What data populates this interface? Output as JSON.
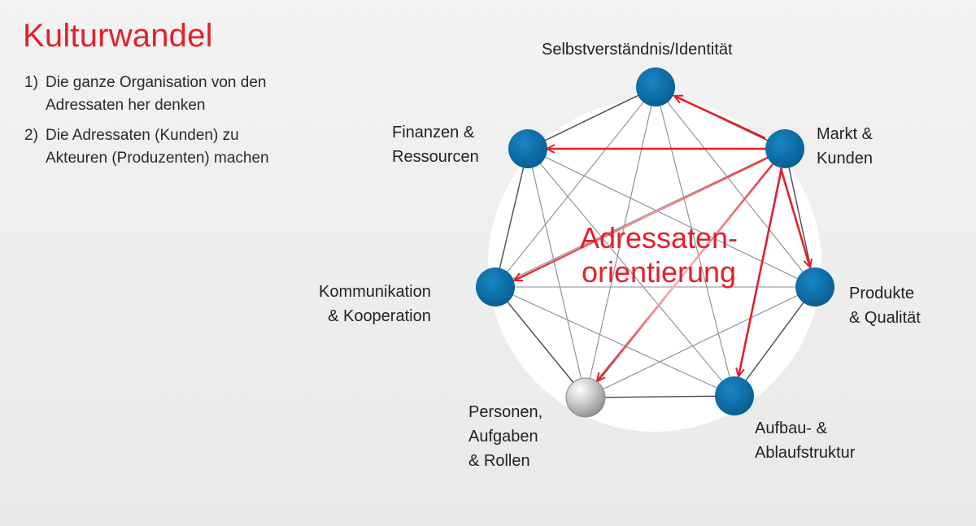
{
  "title": "Kulturwandel",
  "points": [
    {
      "num": "1)",
      "text": "Die ganze Organisation von den\nAdressaten her denken"
    },
    {
      "num": "2)",
      "text": "Die Adressaten (Kunden) zu\nAkteuren (Produzenten) machen"
    }
  ],
  "center_label": "Adressaten-\norientierung",
  "nodes": [
    {
      "id": "identitaet",
      "label": "Selbstverständnis/Identität"
    },
    {
      "id": "markt",
      "label": "Markt &\nKunden"
    },
    {
      "id": "produkte",
      "label": "Produkte\n& Qualität"
    },
    {
      "id": "aufbau",
      "label": "Aufbau- &\nAblaufstruktur"
    },
    {
      "id": "personen",
      "label": "Personen,\nAufgaben\n& Rollen"
    },
    {
      "id": "kommunikation",
      "label": "Kommunikation\n& Kooperation"
    },
    {
      "id": "finanzen",
      "label": "Finanzen &\nRessourcen"
    }
  ],
  "colors": {
    "accent": "#e3202b",
    "node": "#0a6ea8",
    "node_inactive": "#a8a8a8",
    "edge": "#555555",
    "background_circle": "#ffffff"
  }
}
